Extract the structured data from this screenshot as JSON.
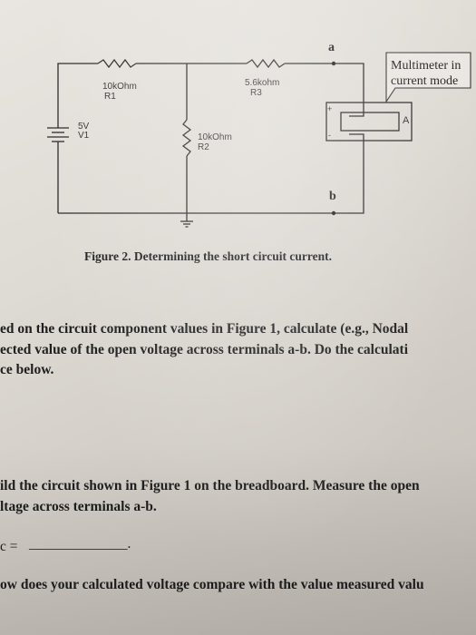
{
  "circuit": {
    "r1": {
      "value": "10kOhm",
      "name": "R1"
    },
    "r2": {
      "value": "10kOhm",
      "name": "R2"
    },
    "r3": {
      "value": "5.6kohm",
      "name": "R3"
    },
    "v1": {
      "value": "5V",
      "name": "V1"
    },
    "terminal_a": "a",
    "terminal_b": "b",
    "meter_plus": "+",
    "meter_minus": "-",
    "meter_unit": "A",
    "callout_line1": "Multimeter in",
    "callout_line2": "current mode"
  },
  "caption": "Figure  2. Determining the short circuit current.",
  "text": {
    "p1_line1": "ed on the circuit component values in Figure 1, calculate (e.g., Nodal",
    "p1_line2": "ected value of the open voltage across terminals a-b.  Do the calculati",
    "p1_line3": "ce below.",
    "p2_line1": "ild the circuit shown in Figure 1 on the breadboard.  Measure the open",
    "p2_line2": "ltage across terminals a-b.",
    "blank_prefix": "c =",
    "blank_line": "______________.",
    "p3_line1": "ow does your calculated voltage compare with the value measured valu"
  }
}
